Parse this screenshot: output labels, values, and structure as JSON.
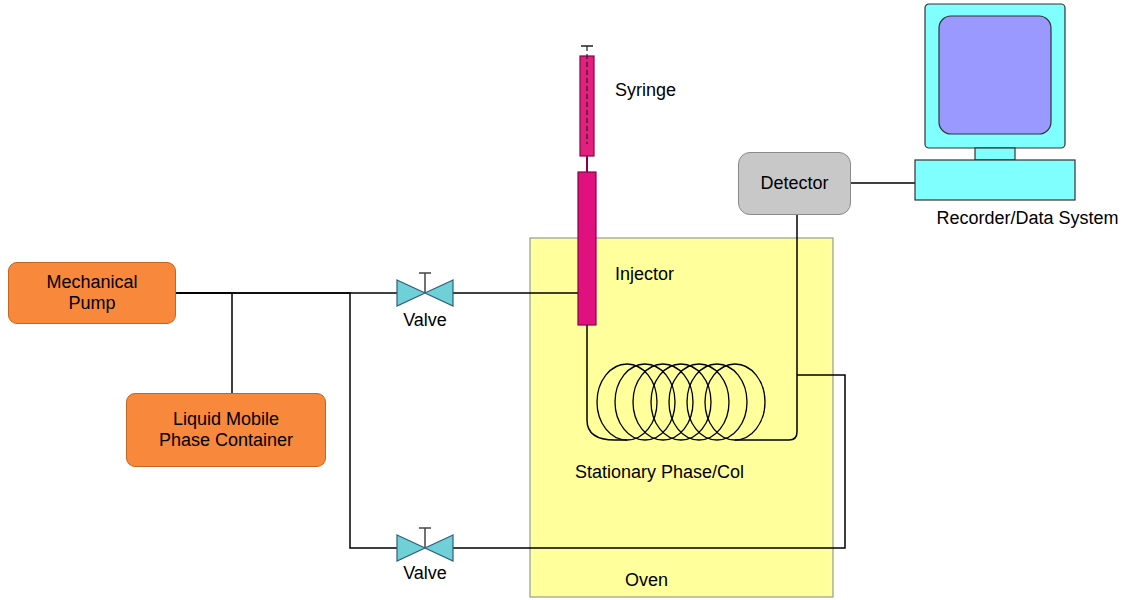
{
  "diagram": {
    "nodes": [
      {
        "text": [
          "Mechanical Pump"
        ]
      },
      {
        "text": [
          "Liquid Mobile Phase Container"
        ]
      },
      {
        "text": [
          "Syringe"
        ]
      },
      {
        "text": [
          "Detector"
        ]
      },
      {
        "text": [
          "Recorder/Data System"
        ]
      },
      {
        "text": [
          "Valve"
        ]
      },
      {
        "text": [
          "Valve"
        ]
      },
      {
        "text": [
          "Oven"
        ]
      },
      {
        "text": [
          "Injector"
        ],
        "in": 7
      },
      {
        "text": [
          "Stationary Phase/Col"
        ],
        "in": 7
      }
    ],
    "edges": [
      {
        "from": 0,
        "to": 1,
        "arrow": "none"
      },
      {
        "from": 0,
        "to": 5,
        "arrow": "none"
      },
      {
        "from": 0,
        "to": 6,
        "arrow": "none"
      },
      {
        "from": 5,
        "to": 8,
        "arrow": "none"
      },
      {
        "from": 8,
        "to": 9,
        "arrow": "none"
      },
      {
        "from": 6,
        "to": 9,
        "arrow": "none"
      },
      {
        "from": 9,
        "to": 3,
        "arrow": "none"
      },
      {
        "from": 3,
        "to": 4,
        "arrow": "none"
      }
    ]
  }
}
